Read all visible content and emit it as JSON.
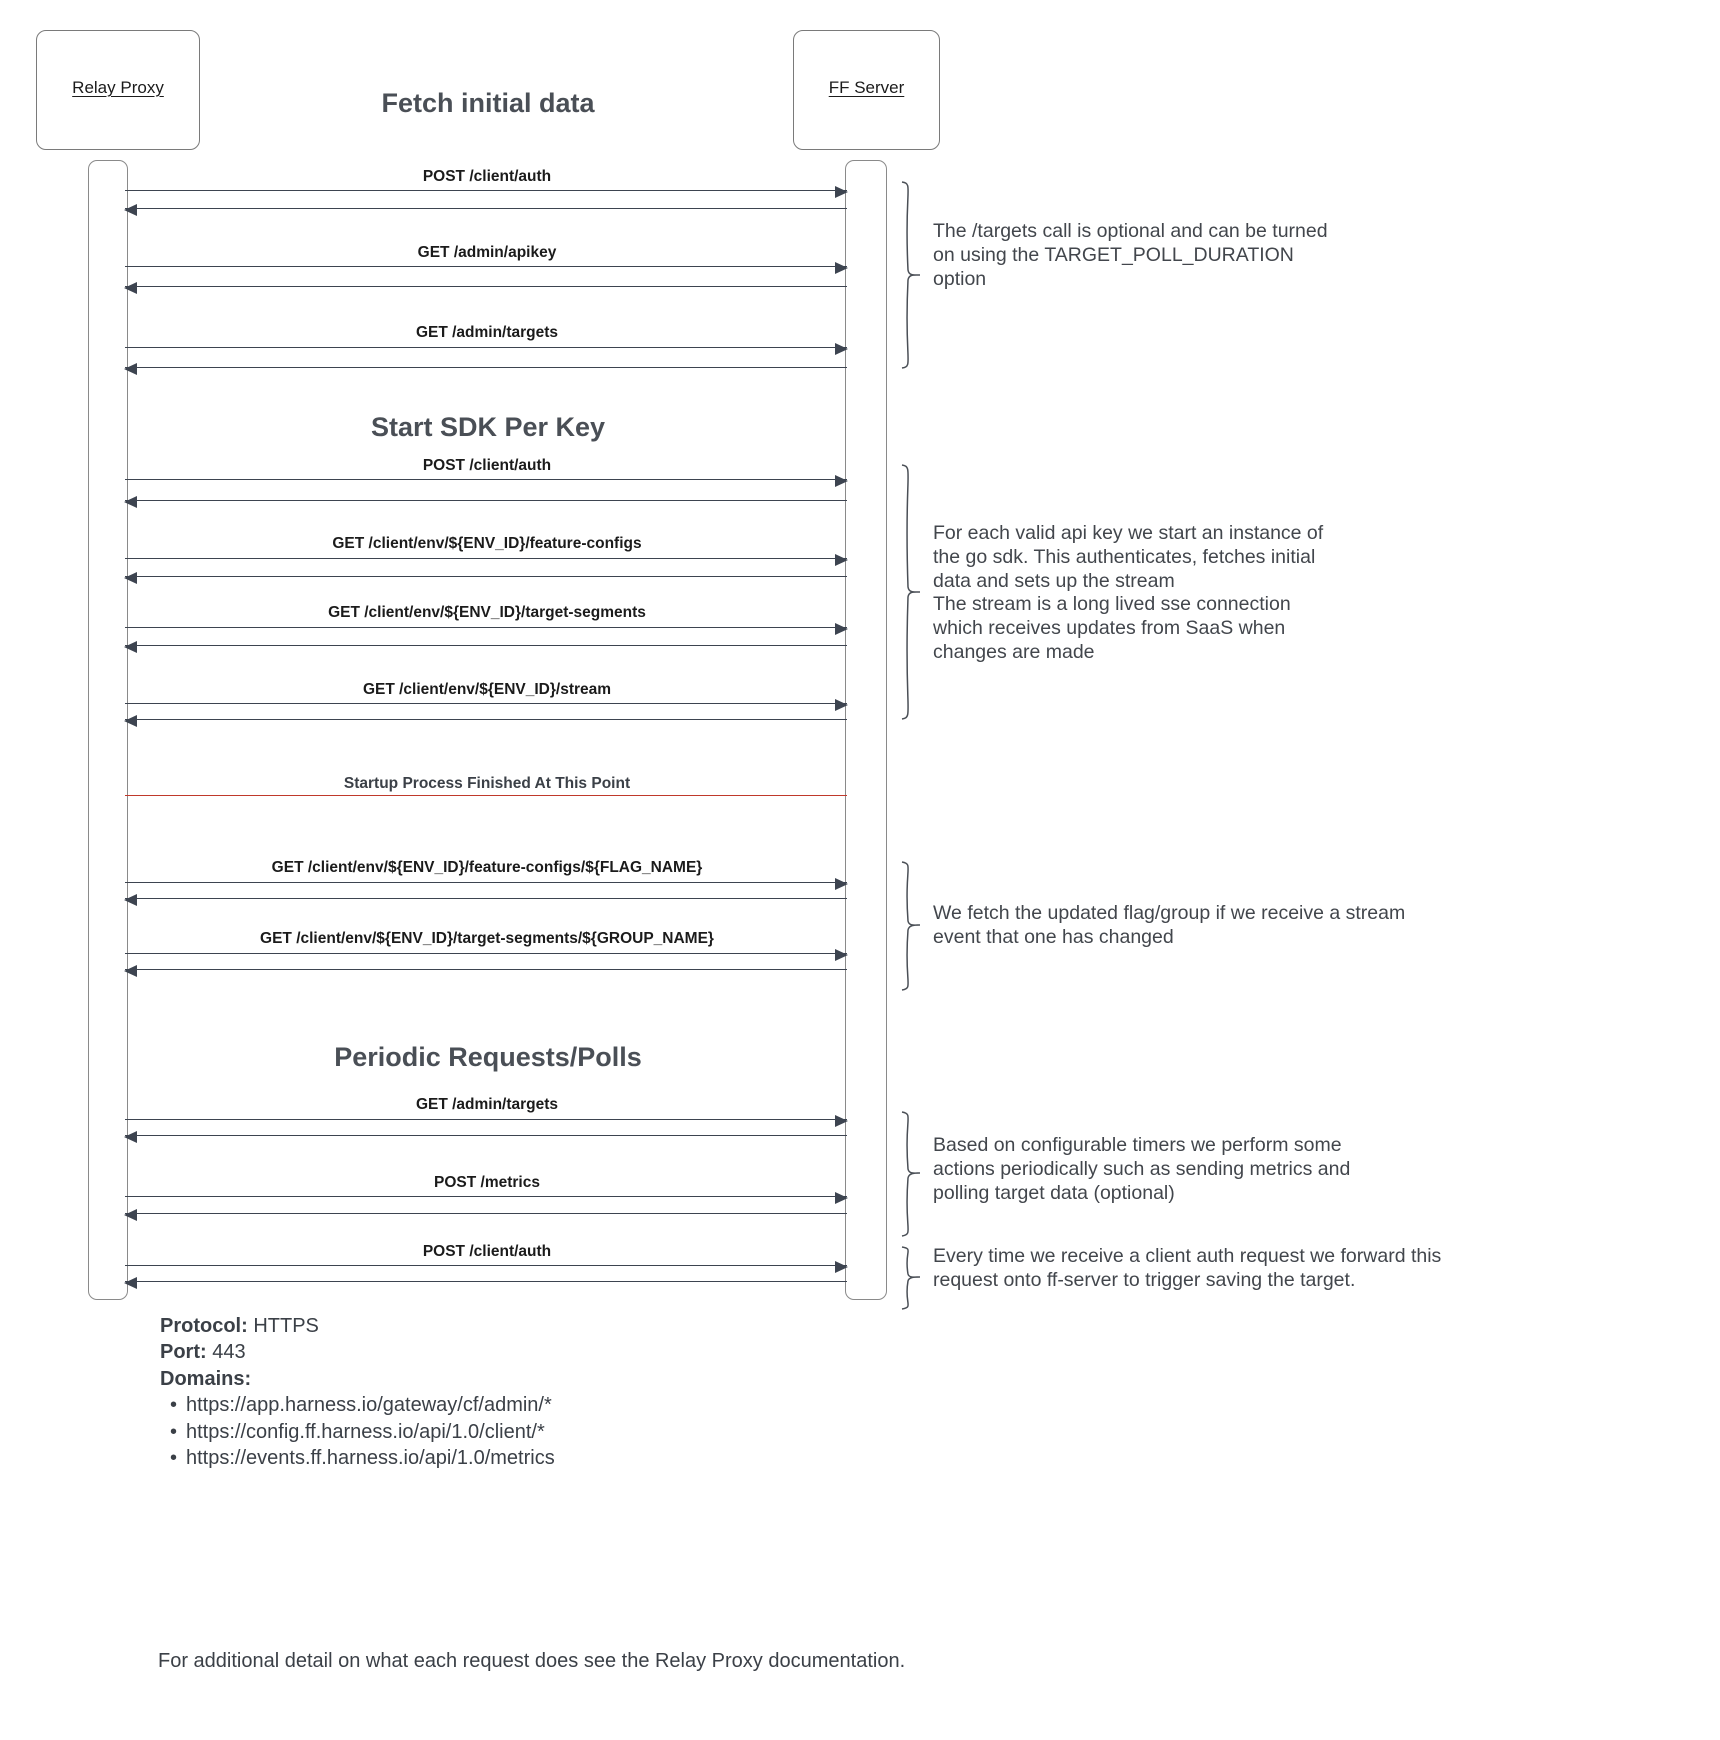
{
  "diagram": {
    "actors": [
      {
        "name": "relay-proxy",
        "label": "Relay Proxy"
      },
      {
        "name": "ff-server",
        "label": "FF Server"
      }
    ],
    "sections": [
      {
        "name": "fetch-initial-data",
        "title": "Fetch initial data"
      },
      {
        "name": "start-sdk-per-key",
        "title": "Start SDK Per Key"
      },
      {
        "name": "periodic-requests-polls",
        "title": "Periodic Requests/Polls"
      }
    ],
    "messages": [
      {
        "label": "POST /client/auth"
      },
      {
        "label": "GET /admin/apikey"
      },
      {
        "label": "GET /admin/targets"
      },
      {
        "label": "POST /client/auth"
      },
      {
        "label": "GET /client/env/${ENV_ID}/feature-configs"
      },
      {
        "label": "GET /client/env/${ENV_ID}/target-segments"
      },
      {
        "label": "GET /client/env/${ENV_ID}/stream"
      },
      {
        "label": "GET /client/env/${ENV_ID}/feature-configs/${FLAG_NAME}"
      },
      {
        "label": "GET /client/env/${ENV_ID}/target-segments/${GROUP_NAME}"
      },
      {
        "label": "GET /admin/targets"
      },
      {
        "label": "POST /metrics"
      },
      {
        "label": "POST /client/auth"
      }
    ],
    "divider": {
      "label": "Startup Process Finished At This Point",
      "color": "#c0392b"
    },
    "notes": [
      {
        "name": "note-targets-optional",
        "text": "The /targets call is optional and can be turned\non using the TARGET_POLL_DURATION\noption"
      },
      {
        "name": "note-sdk-instance",
        "text": "For each valid api key we start an instance of\nthe go sdk. This authenticates, fetches initial\ndata and sets up the stream\nThe stream is a long lived sse connection\nwhich receives updates from SaaS when\nchanges are made"
      },
      {
        "name": "note-stream-update",
        "text": "We fetch the updated flag/group if we receive a stream\nevent that one has changed"
      },
      {
        "name": "note-periodic-timers",
        "text": "Based on configurable timers we perform some\nactions periodically such as sending metrics and\npolling target data (optional)"
      },
      {
        "name": "note-client-auth-forward",
        "text": "Every time we receive a client auth request we forward this\nrequest onto ff-server to trigger saving the target."
      }
    ]
  },
  "footer": {
    "protocol_key": "Protocol:",
    "protocol_value": "HTTPS",
    "port_key": "Port:",
    "port_value": "443",
    "domains_key": "Domains:",
    "domains": [
      "https://app.harness.io/gateway/cf/admin/*",
      "https://config.ff.harness.io/api/1.0/client/*",
      "https://events.ff.harness.io/api/1.0/metrics"
    ],
    "note": "For additional detail on what each request does see the Relay Proxy documentation."
  }
}
